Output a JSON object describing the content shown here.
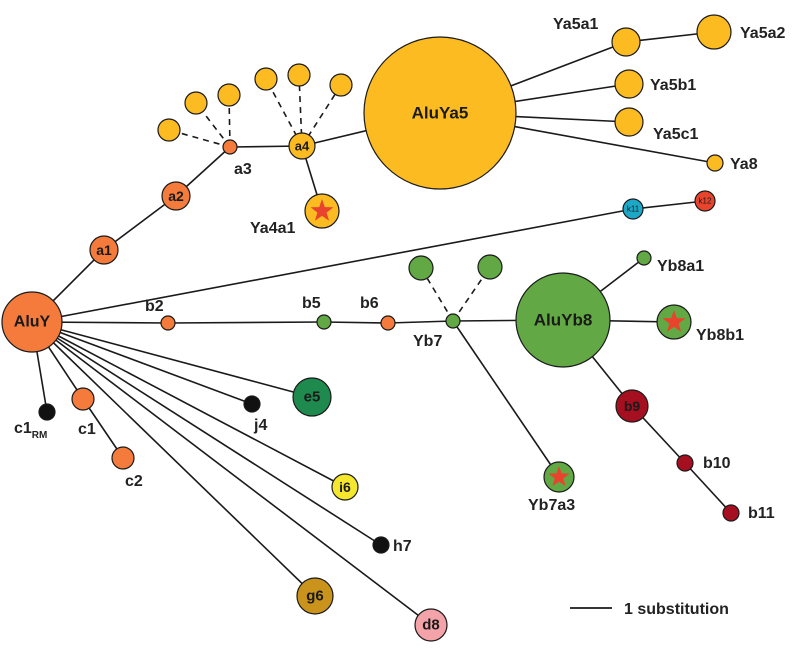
{
  "colors": {
    "orange": "#F47B3B",
    "yellow": "#FDBB22",
    "green": "#62A844",
    "dark_green": "#1E8A4E",
    "dark_red": "#A50F20",
    "cyan": "#1EA8C8",
    "red": "#E8432C",
    "black": "#111111",
    "bright_yellow": "#F5E72E",
    "olive_gold": "#C9931C",
    "pink": "#F4A3A8"
  },
  "labels": {
    "AluY": "AluY",
    "a1": "a1",
    "a2": "a2",
    "a3": "a3",
    "a4": "a4",
    "Ya4a1": "Ya4a1",
    "AluYa5": "AluYa5",
    "Ya5a1": "Ya5a1",
    "Ya5a2": "Ya5a2",
    "Ya5b1": "Ya5b1",
    "Ya5c1": "Ya5c1",
    "Ya8": "Ya8",
    "k11": "k11",
    "k12": "k12",
    "b2": "b2",
    "b5": "b5",
    "b6": "b6",
    "Yb7": "Yb7",
    "AluYb8": "AluYb8",
    "Yb8a1": "Yb8a1",
    "Yb8b1": "Yb8b1",
    "Yb7a3": "Yb7a3",
    "b9": "b9",
    "b10": "b10",
    "b11": "b11",
    "c1rm_main": "c1",
    "c1rm_sub": "RM",
    "c1": "c1",
    "c2": "c2",
    "j4": "j4",
    "e5": "e5",
    "i6": "i6",
    "h7": "h7",
    "g6": "g6",
    "d8": "d8"
  },
  "scale_label": "1 substitution"
}
